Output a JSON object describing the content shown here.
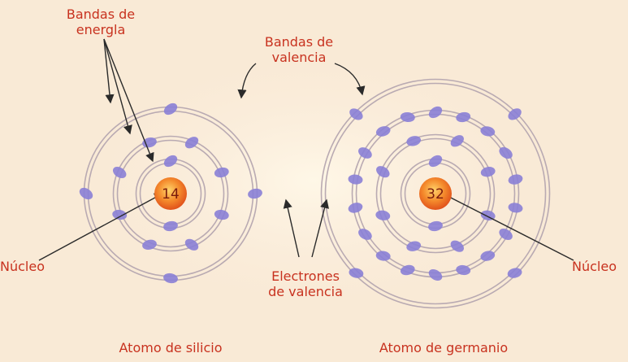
{
  "colors": {
    "background": "#f9ead6",
    "label_text": "#c8321f",
    "orbit_ring": "#b9aab2",
    "electron": "#8a7fd6",
    "nucleus": "#f07a2a",
    "arrow": "#2a2a2a"
  },
  "labels": {
    "energy_bands": [
      "Bandas de",
      "energla"
    ],
    "valence_bands": [
      "Bandas de",
      "valencia"
    ],
    "nucleus_left": "Núcleo",
    "nucleus_right": "Núcleo",
    "valence_electrons": [
      "Electrones",
      "de valencia"
    ]
  },
  "atoms": [
    {
      "id": "silicon",
      "caption": "Atomo de silicio",
      "atomic_number": "14",
      "shell_electron_counts": [
        2,
        8,
        4
      ]
    },
    {
      "id": "germanium",
      "caption": "Atomo de germanio",
      "atomic_number": "32",
      "shell_electron_counts": [
        2,
        8,
        18,
        4
      ]
    }
  ]
}
